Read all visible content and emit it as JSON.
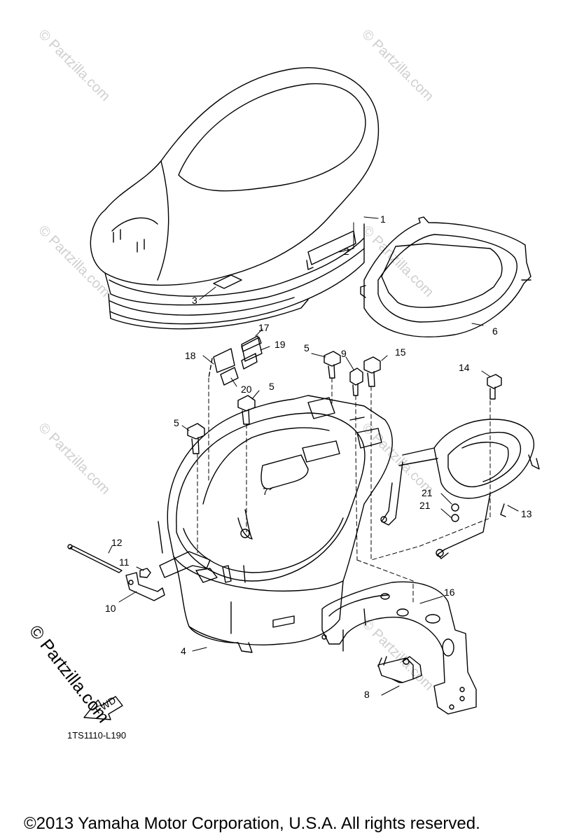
{
  "watermark": "© Partzilla.com",
  "watermark_corner": "© Partzilla.com",
  "diagram_code": "1TS1110-L190",
  "fwd_label": "FWD",
  "copyright": "©2013  Yamaha Motor Corporation, U.S.A. All rights reserved.",
  "labels": {
    "p1": "1",
    "p2": "2",
    "p3": "3",
    "p4": "4",
    "p5a": "5",
    "p5b": "5",
    "p5c": "5",
    "p6": "6",
    "p7": "7",
    "p8": "8",
    "p9": "9",
    "p10": "10",
    "p11": "11",
    "p12": "12",
    "p13": "13",
    "p14": "14",
    "p15": "15",
    "p16": "16",
    "p17": "17",
    "p18": "18",
    "p19": "19",
    "p20": "20",
    "p21a": "21",
    "p21b": "21"
  }
}
